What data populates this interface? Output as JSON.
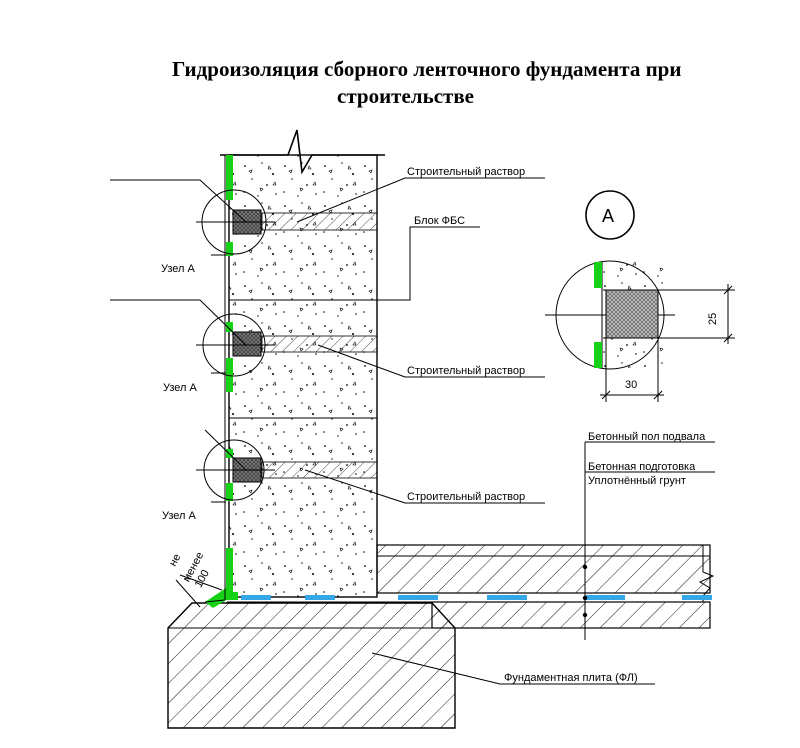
{
  "title": {
    "line1": "Гидроизоляция сборного ленточного фундамента при",
    "line2": "строительстве"
  },
  "labels": {
    "mortar": "Строительный раствор",
    "fbs_block": "Блок ФБС",
    "node": "Узел А",
    "basement_floor": "Бетонный пол подвала",
    "concrete_prep": "Бетонная подготовка",
    "compacted_soil": "Уплотнённый грунт",
    "foundation_slab": "Фундаментная плита (ФЛ)",
    "min_a": "не",
    "min_b": "менее",
    "min_value": "100"
  },
  "detail": {
    "letter": "А",
    "dim_height": "25",
    "dim_width": "30"
  },
  "colors": {
    "waterproofing_green": "#17d117",
    "waterproofing_blue": "#34a7e6",
    "seal": "#6b6b6b",
    "line": "#000000"
  }
}
